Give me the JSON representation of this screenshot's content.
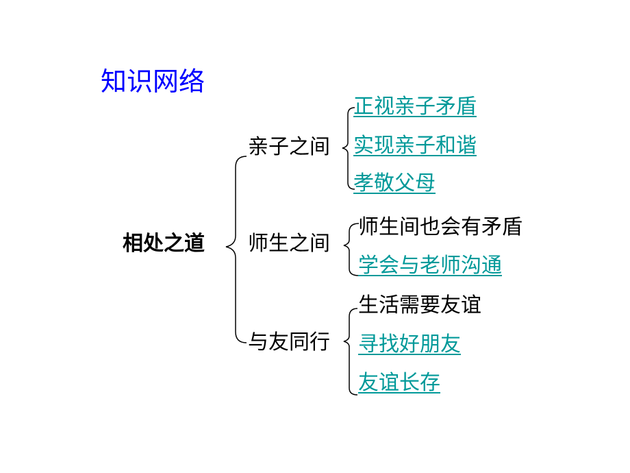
{
  "title": "知识网络",
  "root": "相处之道",
  "branches": [
    {
      "label": "亲子之间",
      "leaves": [
        {
          "text": "正视亲子矛盾",
          "link": true
        },
        {
          "text": "实现亲子和谐",
          "link": true
        },
        {
          "text": "孝敬父母",
          "link": true
        }
      ]
    },
    {
      "label": "师生之间",
      "leaves": [
        {
          "text": "师生间也会有矛盾",
          "link": false
        },
        {
          "text": "学会与老师沟通",
          "link": true
        }
      ]
    },
    {
      "label": "与友同行",
      "leaves": [
        {
          "text": "生活需要友谊",
          "link": false
        },
        {
          "text": "寻找好朋友",
          "link": true
        },
        {
          "text": "友谊长存",
          "link": true
        }
      ]
    }
  ],
  "colors": {
    "title": "#0000ff",
    "link": "#009999",
    "text": "#000000",
    "bracket": "#000000"
  }
}
